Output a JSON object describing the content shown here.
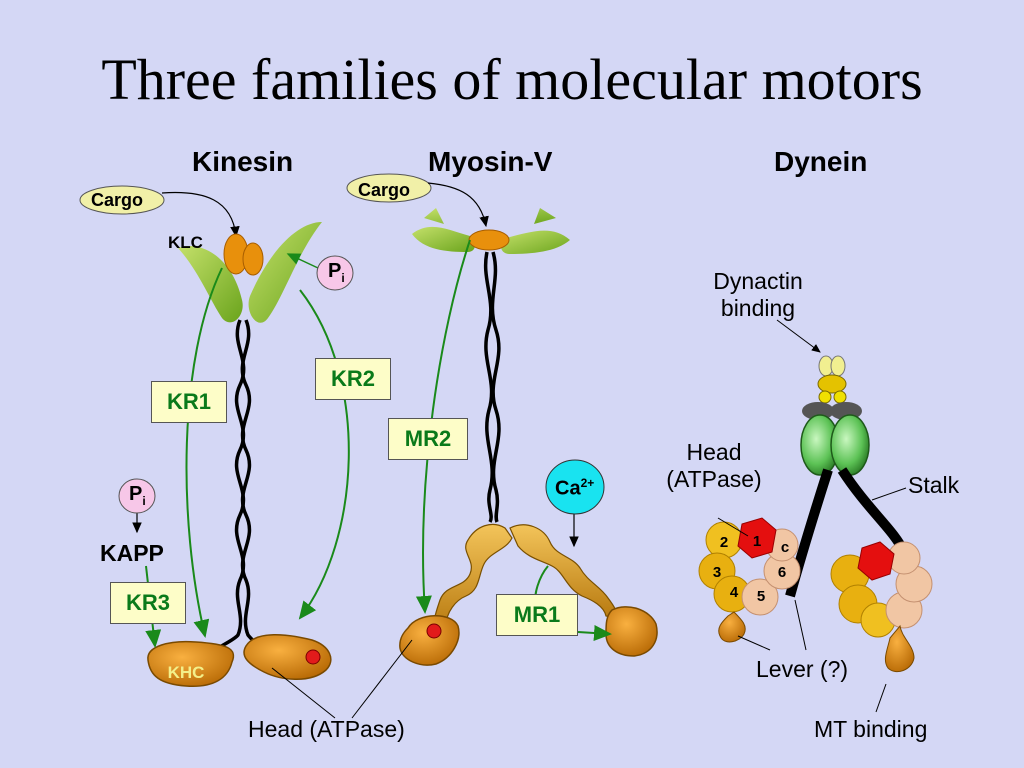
{
  "title": "Three families of molecular motors",
  "headers": {
    "kinesin": "Kinesin",
    "myosin": "Myosin-V",
    "dynein": "Dynein"
  },
  "kinesin": {
    "cargo": "Cargo",
    "klc": "KLC",
    "pi": "P",
    "pi_sub": "i",
    "kr1": "KR1",
    "kr2": "KR2",
    "kr3": "KR3",
    "pi2": "P",
    "pi2_sub": "i",
    "kapp": "KAPP",
    "khc": "KHC"
  },
  "myosin": {
    "cargo": "Cargo",
    "mr1": "MR1",
    "mr2": "MR2",
    "ca": "Ca",
    "ca_sup": "2+"
  },
  "dynein": {
    "dynactin": "Dynactin binding",
    "dynactin_line1": "Dynactin",
    "dynactin_line2": "binding",
    "head_line1": "Head",
    "head_line2": "(ATPase)",
    "stalk": "Stalk",
    "lever": "Lever (?)",
    "mt_binding": "MT binding",
    "subunits": [
      "1",
      "2",
      "3",
      "4",
      "5",
      "6",
      "c"
    ]
  },
  "head_atpase": "Head (ATPase)",
  "colors": {
    "background": "#d4d7f5",
    "leaf_green": "#8cc63f",
    "head_orange": "#e8920c",
    "arrow_green": "#1a8a1a",
    "label_box": "#fdfdc8",
    "ca_cyan": "#19e3f0",
    "pi_pink": "#f7c7e8"
  }
}
